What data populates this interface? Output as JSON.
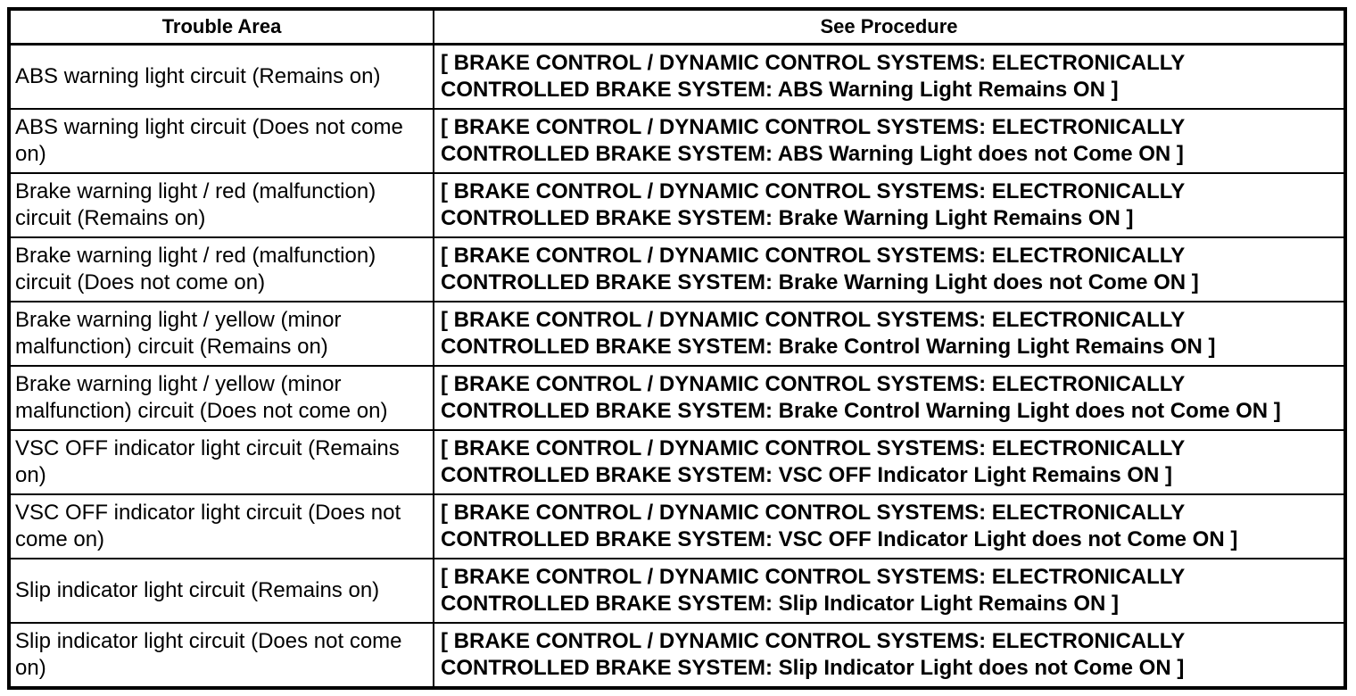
{
  "table": {
    "headers": {
      "trouble_area": "Trouble Area",
      "see_procedure": "See Procedure"
    },
    "rows": [
      {
        "trouble_area": "ABS warning light circuit (Remains on)",
        "see_procedure": "[ BRAKE CONTROL / DYNAMIC CONTROL SYSTEMS: ELECTRONICALLY CONTROLLED BRAKE SYSTEM: ABS Warning Light Remains ON ]"
      },
      {
        "trouble_area": "ABS warning light circuit (Does not come on)",
        "see_procedure": "[ BRAKE CONTROL / DYNAMIC CONTROL SYSTEMS: ELECTRONICALLY CONTROLLED BRAKE SYSTEM: ABS Warning Light does not Come ON ]"
      },
      {
        "trouble_area": "Brake warning light / red (malfunction) circuit (Remains on)",
        "see_procedure": "[ BRAKE CONTROL / DYNAMIC CONTROL SYSTEMS: ELECTRONICALLY CONTROLLED BRAKE SYSTEM: Brake Warning Light Remains ON ]"
      },
      {
        "trouble_area": "Brake warning light / red (malfunction) circuit (Does not come on)",
        "see_procedure": "[ BRAKE CONTROL / DYNAMIC CONTROL SYSTEMS: ELECTRONICALLY CONTROLLED BRAKE SYSTEM: Brake Warning Light does not Come ON ]"
      },
      {
        "trouble_area": "Brake warning light / yellow (minor malfunction) circuit (Remains on)",
        "see_procedure": "[ BRAKE CONTROL / DYNAMIC CONTROL SYSTEMS: ELECTRONICALLY CONTROLLED BRAKE SYSTEM: Brake Control Warning Light Remains ON ]"
      },
      {
        "trouble_area": "Brake warning light / yellow (minor malfunction) circuit (Does not come on)",
        "see_procedure": "[ BRAKE CONTROL / DYNAMIC CONTROL SYSTEMS: ELECTRONICALLY CONTROLLED BRAKE SYSTEM: Brake Control Warning Light does not Come ON ]"
      },
      {
        "trouble_area": "VSC OFF indicator light circuit (Remains on)",
        "see_procedure": "[ BRAKE CONTROL / DYNAMIC CONTROL SYSTEMS: ELECTRONICALLY CONTROLLED BRAKE SYSTEM: VSC OFF Indicator Light Remains ON ]"
      },
      {
        "trouble_area": "VSC OFF indicator light circuit (Does not come on)",
        "see_procedure": "[ BRAKE CONTROL / DYNAMIC CONTROL SYSTEMS: ELECTRONICALLY CONTROLLED BRAKE SYSTEM: VSC OFF Indicator Light does not Come ON ]"
      },
      {
        "trouble_area": "Slip indicator light circuit (Remains on)",
        "see_procedure": "[ BRAKE CONTROL / DYNAMIC CONTROL SYSTEMS: ELECTRONICALLY CONTROLLED BRAKE SYSTEM: Slip Indicator Light Remains ON ]"
      },
      {
        "trouble_area": "Slip indicator light circuit (Does not come on)",
        "see_procedure": "[ BRAKE CONTROL / DYNAMIC CONTROL SYSTEMS: ELECTRONICALLY CONTROLLED BRAKE SYSTEM: Slip Indicator Light does not Come ON ]"
      }
    ]
  }
}
